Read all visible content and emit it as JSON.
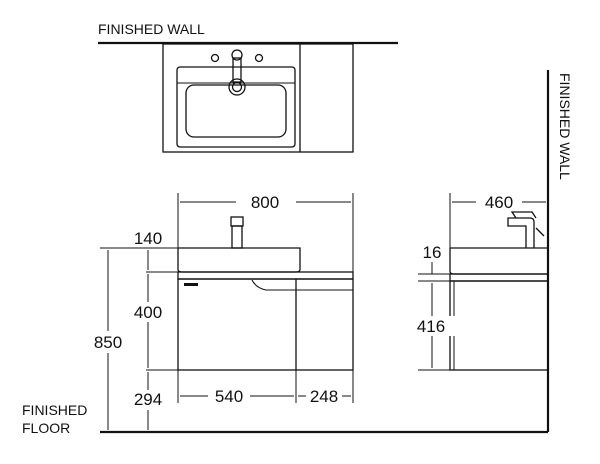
{
  "labels": {
    "finished_wall_top": "FINISHED WALL",
    "finished_wall_side": "FINISHED WALL",
    "finished_floor_line1": "FINISHED",
    "finished_floor_line2": "FLOOR"
  },
  "dimensions": {
    "width_overall": "800",
    "depth_overall": "460",
    "basin_height": "140",
    "cabinet_height": "400",
    "total_height": "850",
    "floor_gap": "294",
    "drawer_width": "540",
    "side_offset": "248",
    "top_thickness": "16",
    "side_cabinet_height": "416"
  }
}
